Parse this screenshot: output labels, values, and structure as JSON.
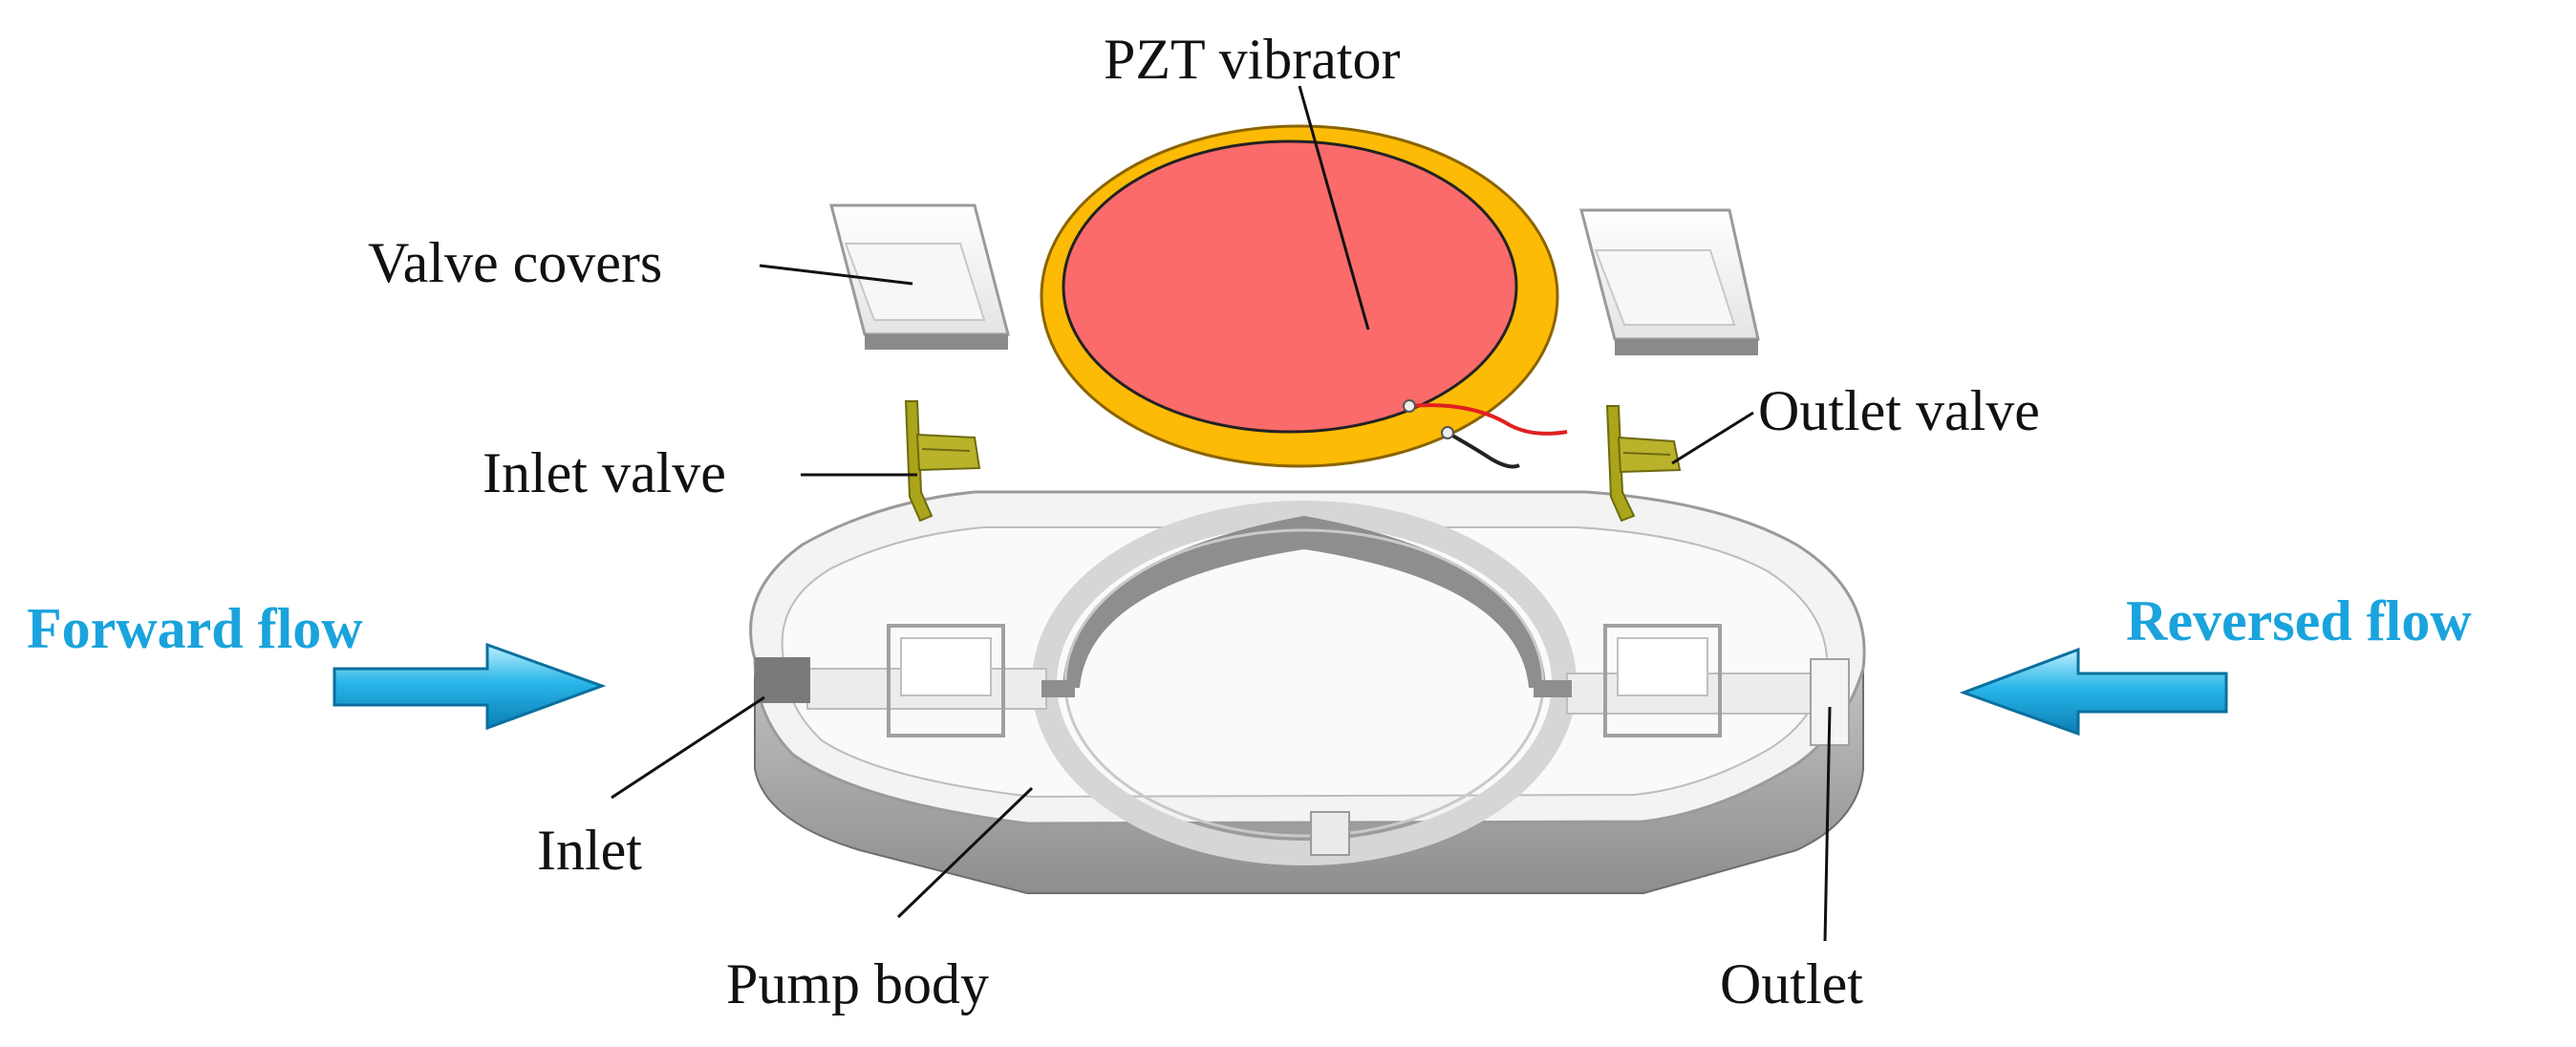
{
  "labels": {
    "pzt_vibrator": "PZT vibrator",
    "valve_covers": "Valve covers",
    "inlet_valve": "Inlet valve",
    "outlet_valve": "Outlet valve",
    "forward_flow": "Forward flow",
    "reversed_flow": "Reversed flow",
    "inlet": "Inlet",
    "pump_body": "Pump body",
    "outlet": "Outlet"
  },
  "colors": {
    "flow_text": "#1aa3dc",
    "flow_arrow": "#29b6e8",
    "pzt_disc": "#fb6b6b",
    "pzt_ring": "#fdbb06",
    "valve": "#aaa51a",
    "wire_red": "#e02020",
    "wire_black": "#222222",
    "body_wall": "#a9a9a9",
    "body_top": "#ededed"
  }
}
